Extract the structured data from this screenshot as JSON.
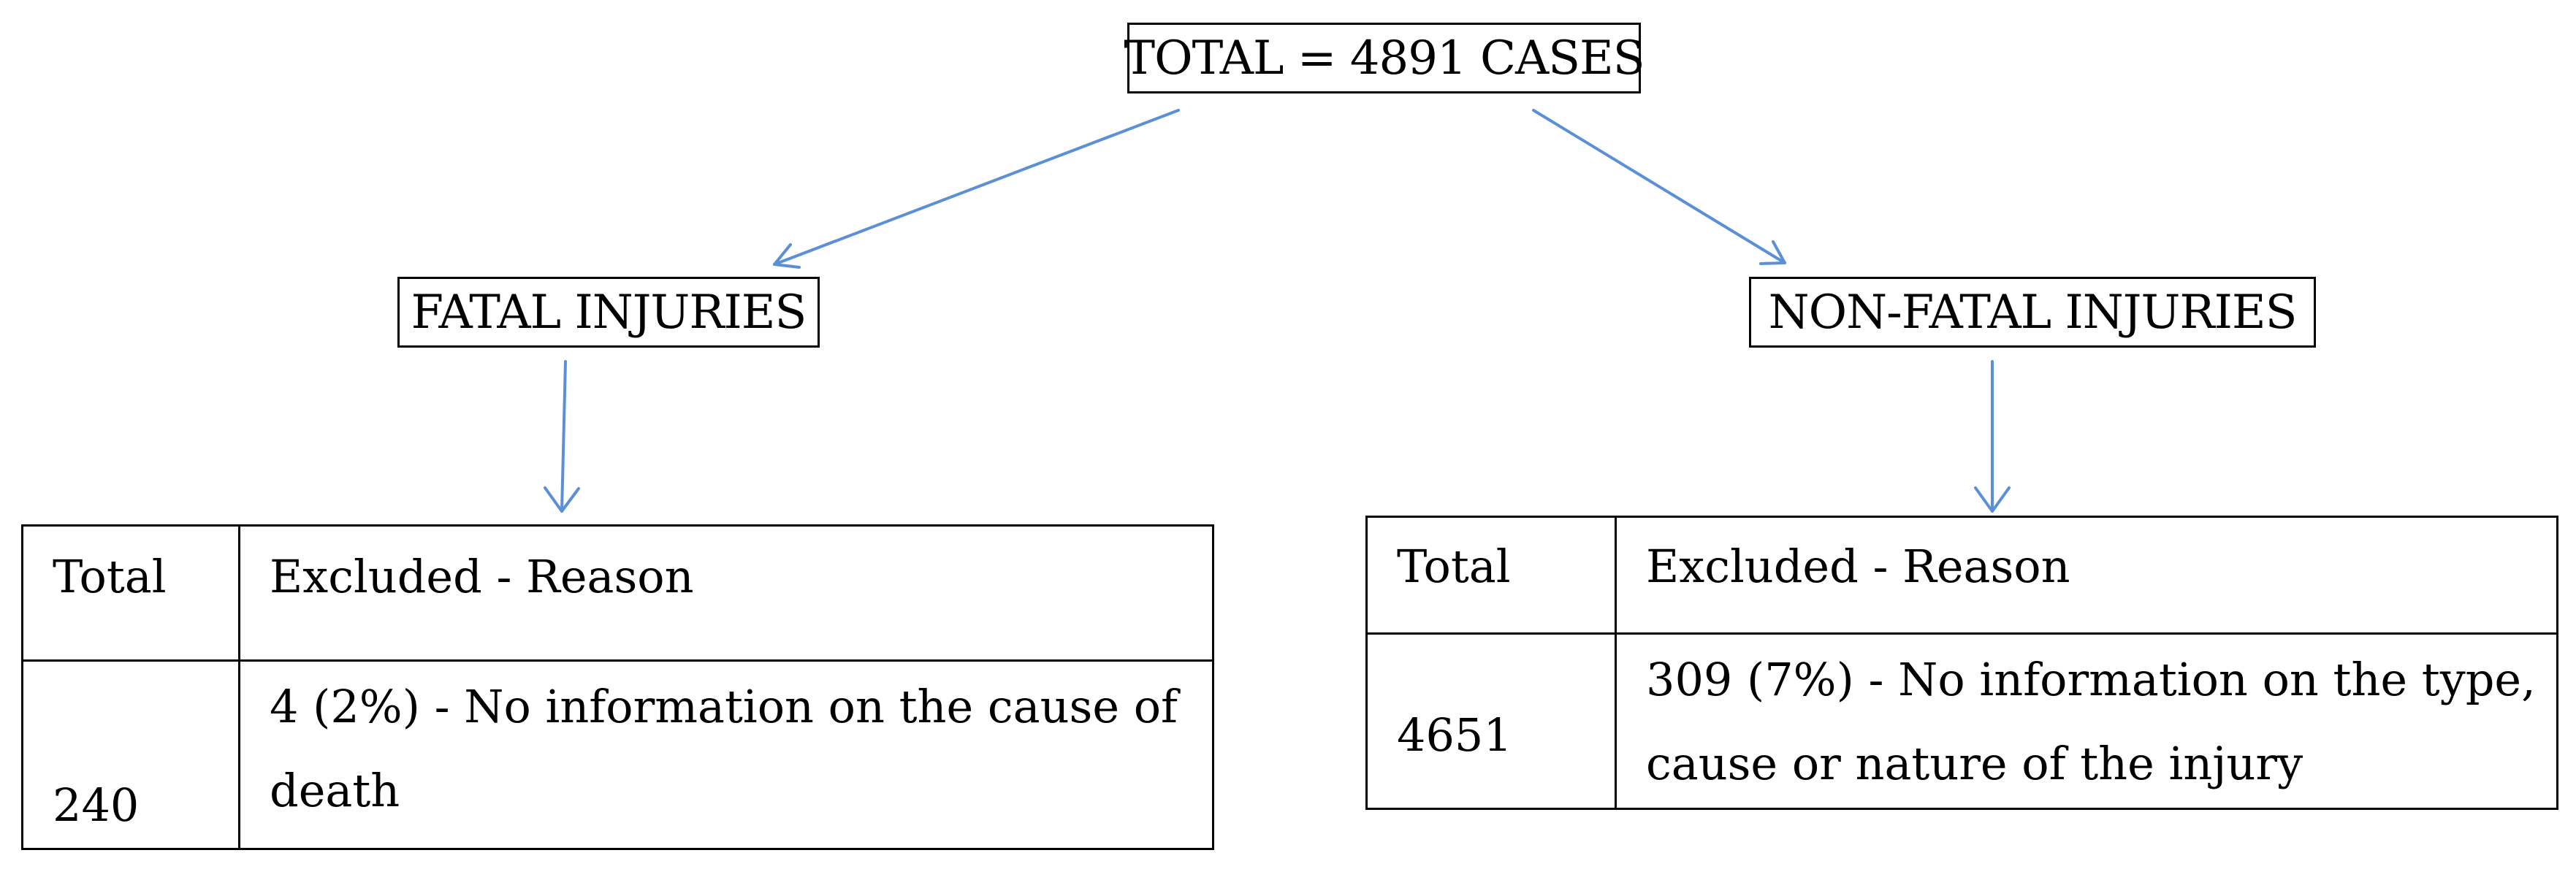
{
  "diagram": {
    "root": {
      "label": "TOTAL = 4891 CASES"
    },
    "branches": [
      {
        "label": "FATAL INJURIES",
        "table": {
          "headers": {
            "total": "Total",
            "excluded_reason": "Excluded - Reason"
          },
          "row": {
            "total": "240",
            "excluded_reason": "4 (2%) - No information on the cause of death"
          }
        }
      },
      {
        "label": "NON-FATAL INJURIES",
        "table": {
          "headers": {
            "total": "Total",
            "excluded_reason": "Excluded - Reason"
          },
          "row": {
            "total": "4651",
            "excluded_reason": "309 (7%) - No information on the type, cause or nature of the injury"
          }
        }
      }
    ],
    "colors": {
      "arrow": "#5b8fd6",
      "border": "#000000",
      "text": "#000000",
      "background": "#ffffff"
    }
  }
}
